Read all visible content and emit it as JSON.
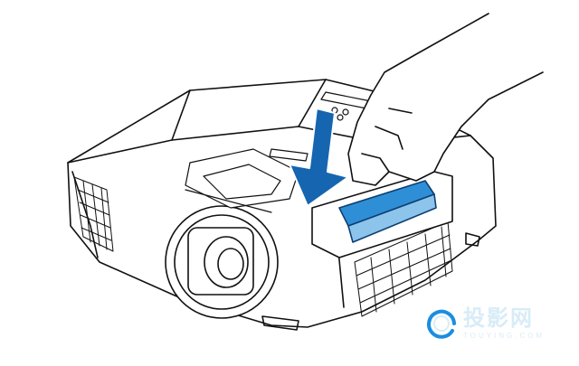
{
  "illustration": {
    "subject": "projector-air-filter-insertion",
    "colors": {
      "line": "#111111",
      "accent": "#1565b0",
      "filter": "#2f8fd6",
      "watermark": "#1a8ee0"
    }
  },
  "watermark": {
    "title": "投影网",
    "subtitle": "TOUYING.COM"
  }
}
